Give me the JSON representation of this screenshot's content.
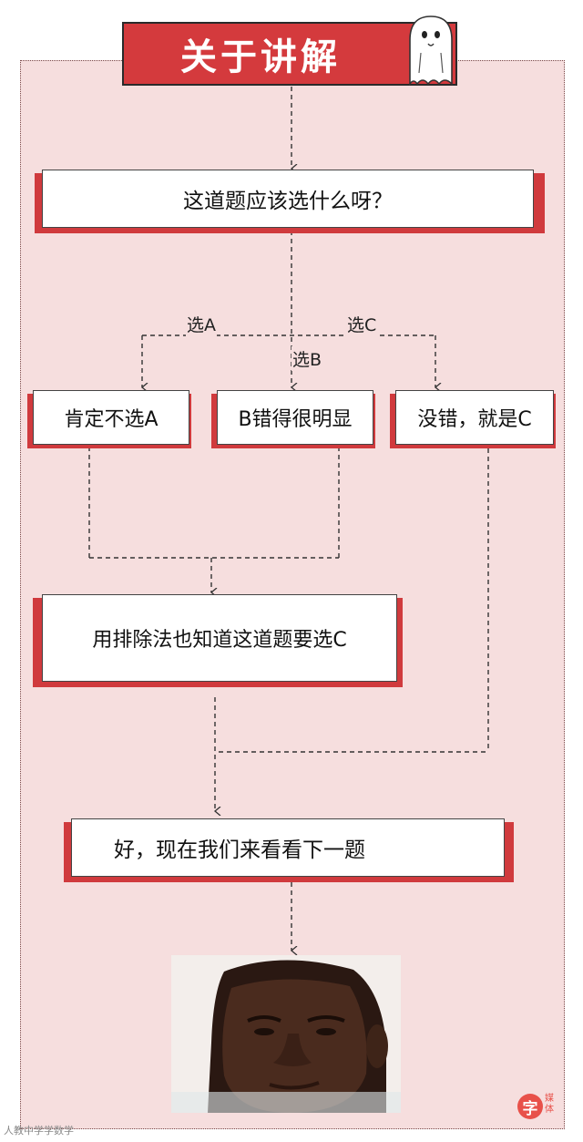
{
  "title": "关于讲解",
  "question": "这道题应该选什么呀？",
  "branches": {
    "a_label": "选A",
    "b_label": "选B",
    "c_label": "选C"
  },
  "options": {
    "a": "肯定不选A",
    "b": "B错得很明显",
    "c": "没错，就是C"
  },
  "elimination": "用排除法也知道这道题要选C",
  "next": "好，现在我们来看看下一题",
  "logo": {
    "glyph": "字",
    "side": "媒\n体"
  },
  "watermark": "人教中学学数学",
  "colors": {
    "accent": "#d43a3d",
    "background": "#f6dede"
  }
}
